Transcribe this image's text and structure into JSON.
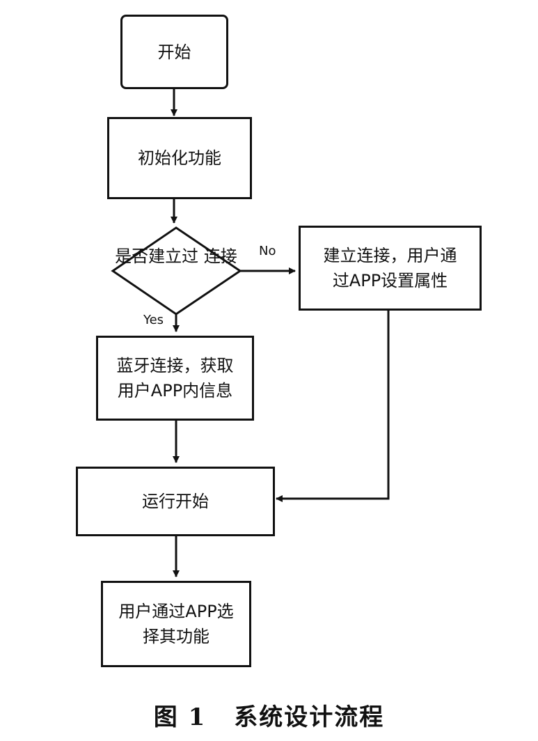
{
  "nodes": {
    "start": "开始",
    "init": "初始化功能",
    "decision": [
      "是否建立过",
      "连接"
    ],
    "connect_app": [
      "建立连接，用户通",
      "过APP设置属性"
    ],
    "bluetooth": [
      "蓝牙连接，获取",
      "用户APP内信息"
    ],
    "run_start": "运行开始",
    "select_function": [
      "用户通过APP选",
      "择其功能"
    ]
  },
  "edges": {
    "no_label": "No",
    "yes_label": "Yes"
  },
  "caption": {
    "figure_number": "图 1",
    "title": "系统设计流程"
  }
}
